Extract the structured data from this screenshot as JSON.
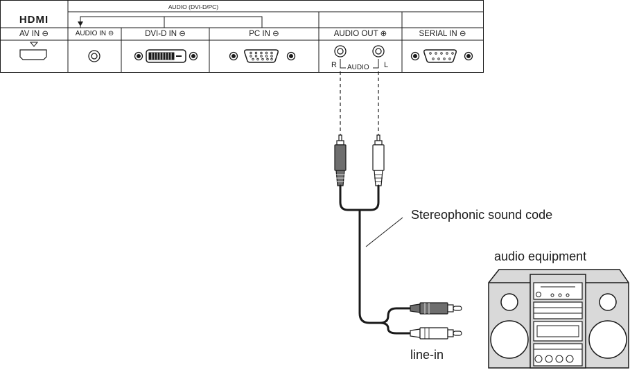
{
  "panel": {
    "audio_group_label": "AUDIO (DVI-D/PC)",
    "hdmi_logo": "HDMI",
    "ports": [
      {
        "label": "AV IN",
        "icon": "input-arrow-icon"
      },
      {
        "label": "AUDIO IN",
        "icon": "input-arrow-icon"
      },
      {
        "label": "DVI-D IN",
        "icon": "input-arrow-icon"
      },
      {
        "label": "PC IN",
        "icon": "input-arrow-icon"
      },
      {
        "label": "AUDIO OUT",
        "icon": "output-arrow-icon"
      },
      {
        "label": "SERIAL IN",
        "icon": "input-arrow-icon"
      }
    ],
    "audio_out_right": "R",
    "audio_out_left": "L",
    "audio_out_mid": "AUDIO"
  },
  "annotations": {
    "cable": "Stereophonic sound code",
    "equipment": "audio equipment",
    "line_in": "line-in"
  },
  "colors": {
    "stroke": "#1a1a1a",
    "plug_dark": "#6e6e6e",
    "plug_light": "#ffffff",
    "stereo_body": "#d9d9d9"
  }
}
